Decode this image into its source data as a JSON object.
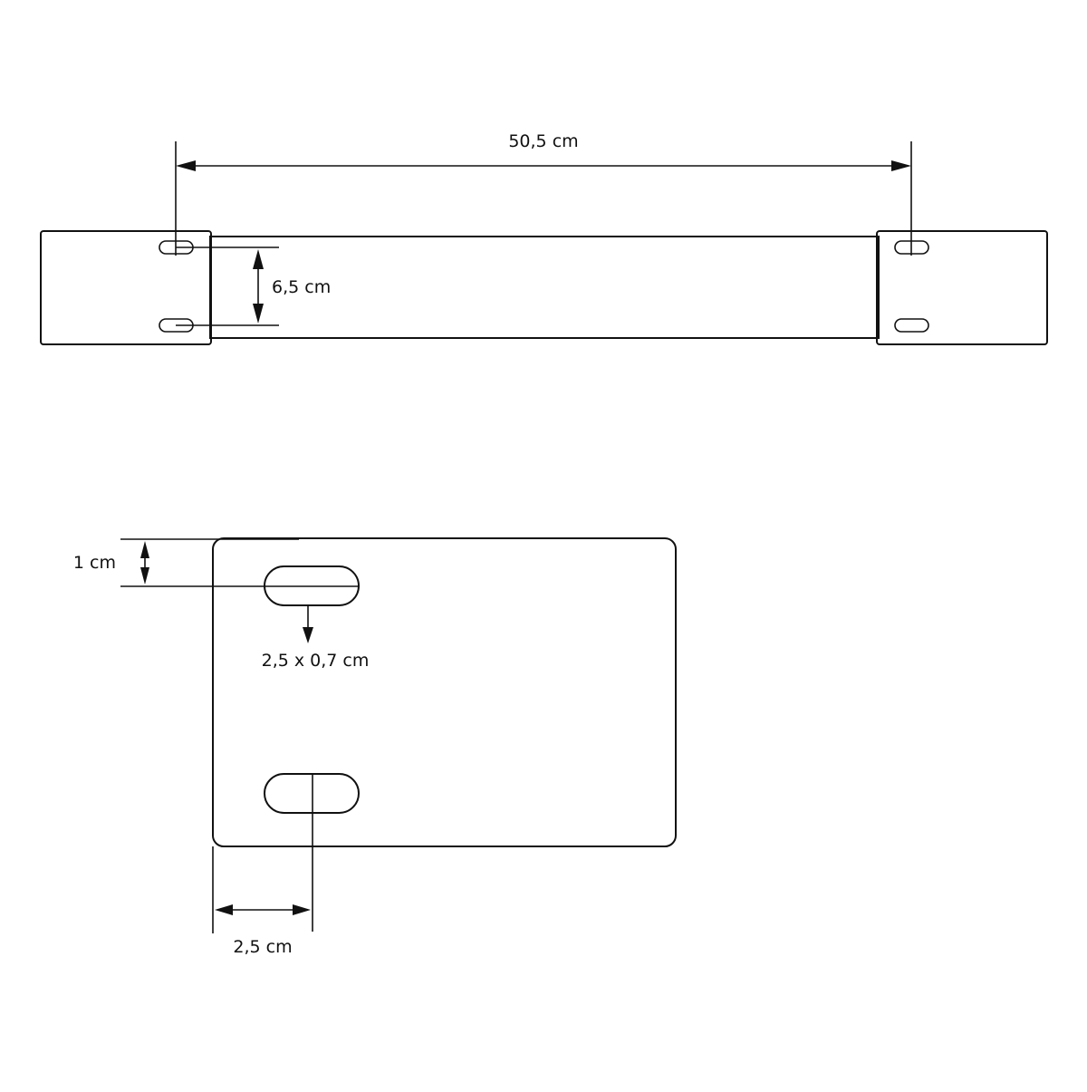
{
  "dimensions": {
    "total_width": "50,5 cm",
    "hole_spacing": "6,5 cm",
    "edge_offset": "1 cm",
    "slot_size": "2,5 x 0,7 cm",
    "slot_inset": "2,5 cm"
  },
  "colors": {
    "line": "#111111",
    "background": "#ffffff"
  }
}
